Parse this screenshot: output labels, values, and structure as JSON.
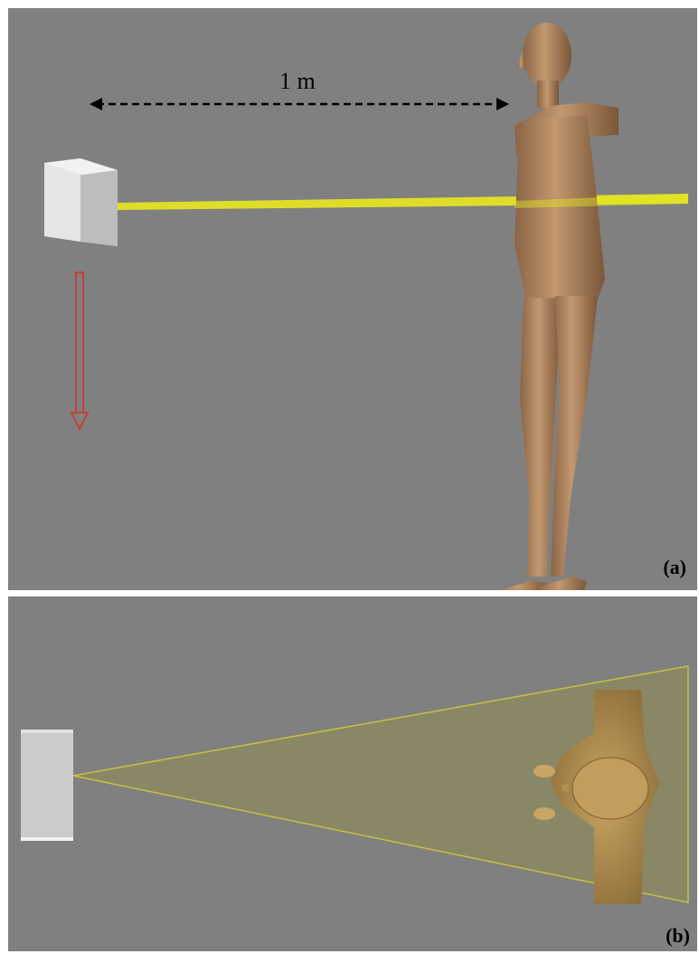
{
  "panels": {
    "a": {
      "label": "(a)",
      "distance_label": "1 m"
    },
    "b": {
      "label": "(b)"
    }
  },
  "colors": {
    "background": "#808080",
    "beam_yellow": "#e8e820",
    "arrow_red": "#c0403a",
    "skin": "#b78a62",
    "sensor_box": "#dcdcdc"
  },
  "icons": [
    "sensor-box",
    "human-figure",
    "fall-direction-arrow",
    "distance-arrow"
  ]
}
